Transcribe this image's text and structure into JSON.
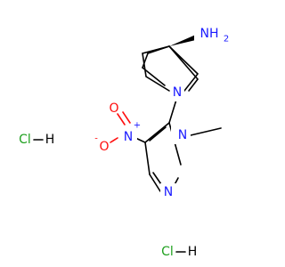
{
  "atoms": {
    "amine": "NH",
    "amine_sub": "2",
    "ring_n": "N",
    "nitro_n": "N",
    "nitro_n_charge": "+",
    "nitro_o_double": "O",
    "nitro_o_single": "O",
    "nitro_o_charge": "-",
    "pyrazole_n1": "N",
    "pyrazole_n2": "N",
    "hcl_1": "Cl",
    "hcl_1_h": "H",
    "hcl_2": "Cl",
    "hcl_2_h": "H"
  },
  "colors": {
    "nitrogen": "#1a1aff",
    "oxygen": "#ff0d0d",
    "chlorine": "#1fa01f",
    "carbon": "#000000"
  }
}
